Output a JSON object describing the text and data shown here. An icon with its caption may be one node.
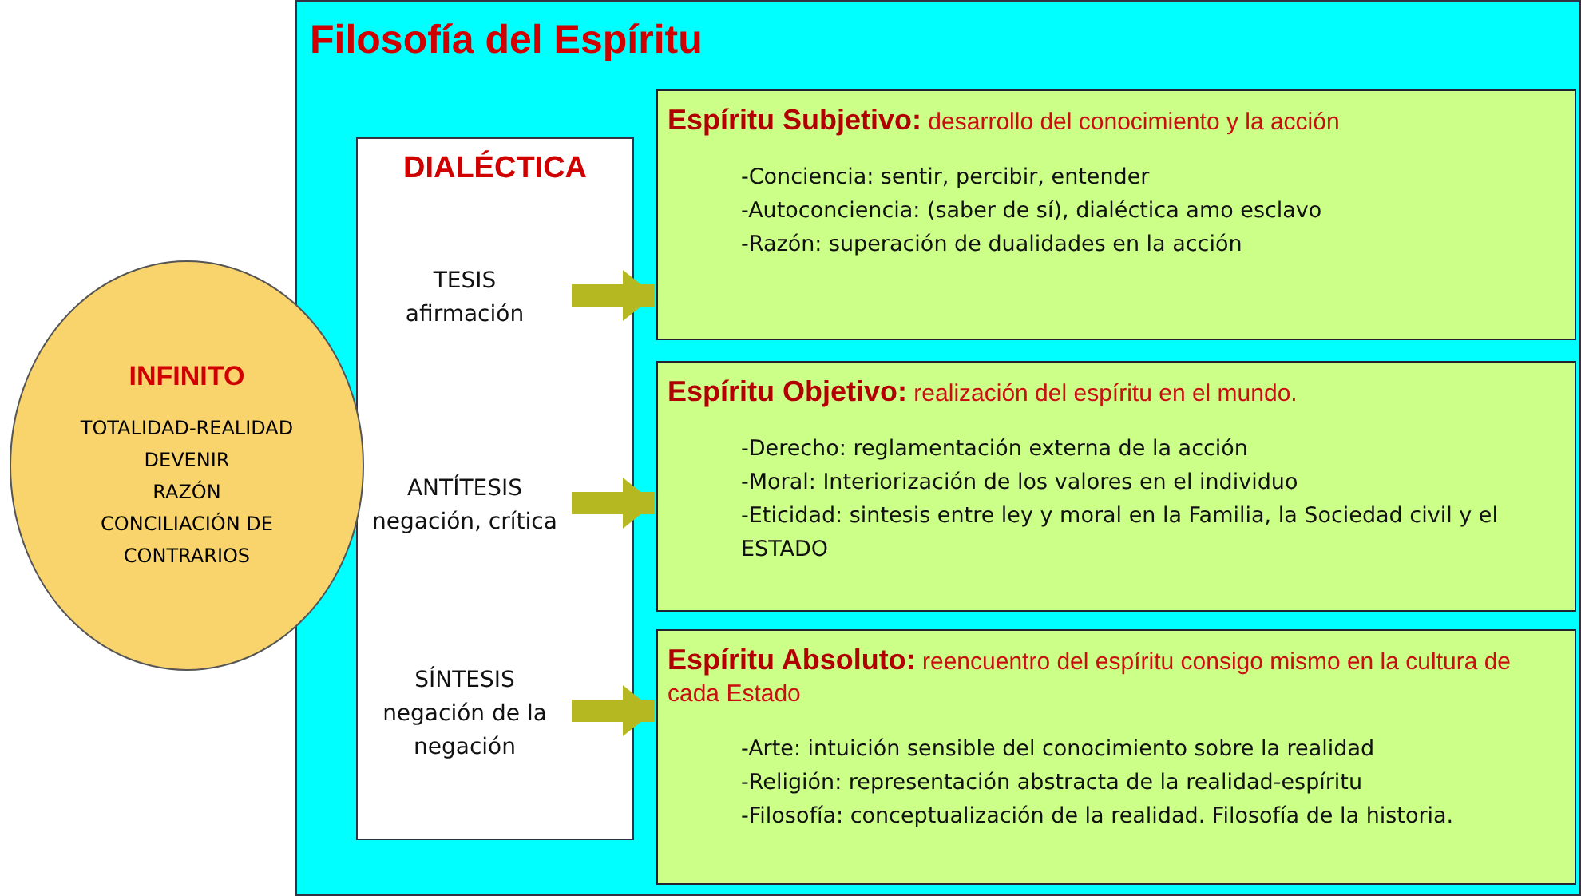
{
  "diagram": {
    "nodes": [
      {
        "text": [
          "Filosofía del Espíritu"
        ]
      },
      {
        "text": [
          "INFINITO",
          "TOTALIDAD-REALIDAD",
          "DEVENIR",
          "RAZÓN",
          "CONCILIACIÓN DE CONTRARIOS"
        ]
      },
      {
        "text": [
          "DIALÉCTICA"
        ],
        "in": 0
      },
      {
        "text": [
          "TESIS",
          "afirmación"
        ],
        "in": 2
      },
      {
        "text": [
          "ANTÍTESIS",
          "negación, crítica"
        ],
        "in": 2
      },
      {
        "text": [
          "SÍNTESIS",
          "negación de la negación"
        ],
        "in": 2
      },
      {
        "text": [
          "**Espíritu Subjetivo:** desarrollo del conocimiento y la acción",
          "-Conciencia: sentir, percibir, entender",
          "-Autoconciencia: (saber de sí), dialéctica amo esclavo",
          "-Razón: superación de dualidades en la acción"
        ],
        "in": 0
      },
      {
        "text": [
          "**Espíritu Objetivo:** realización del espíritu en el mundo.",
          "-Derecho: reglamentación externa de la acción",
          "-Moral: Interiorización de los valores en el individuo",
          "-Eticidad: sintesis entre ley y moral en la Familia, la Sociedad civil y el ESTADO"
        ],
        "in": 0
      },
      {
        "text": [
          "**Espíritu Absoluto:** reencuentro del espíritu consigo mismo en la cultura de cada Estado",
          "-Arte: intuición sensible del conocimiento sobre la realidad",
          "-Religión: representación abstracta de la realidad-espíritu",
          "-Filosofía: conceptualización de la realidad. Filosofía de la historia."
        ],
        "in": 0
      }
    ],
    "edges": [
      {
        "from": 3,
        "to": 6,
        "arrow": "to"
      },
      {
        "from": 4,
        "to": 7,
        "arrow": "to"
      },
      {
        "from": 5,
        "to": 8,
        "arrow": "to"
      }
    ]
  }
}
